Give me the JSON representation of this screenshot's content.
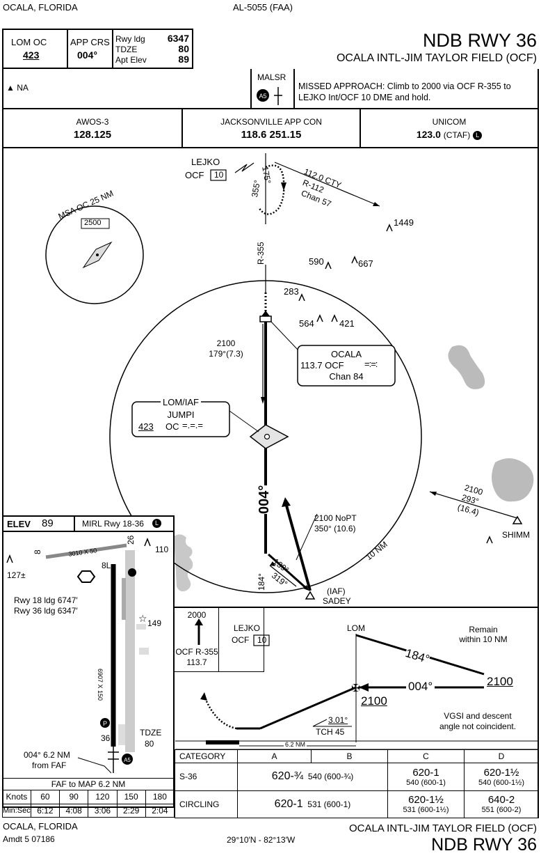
{
  "header": {
    "location": "OCALA, FLORIDA",
    "procedure_id": "AL-5055 (FAA)",
    "title": "NDB RWY 36",
    "airport": "OCALA INTL-JIM TAYLOR FIELD (OCF)"
  },
  "briefing": {
    "lom_label": "LOM   OC",
    "lom_freq": "423",
    "app_crs_label": "APP CRS",
    "app_crs": "004°",
    "rwy_ldg_label": "Rwy ldg",
    "rwy_ldg": "6347",
    "tdze_label": "TDZE",
    "tdze": "80",
    "apt_elev_label": "Apt Elev",
    "apt_elev": "89",
    "na_note": "NA",
    "lighting": "MALSR",
    "lighting_code": "A5",
    "missed_approach": "MISSED APPROACH:  Climb to 2000 via OCF R-355 to LEJKO Int/OCF 10 DME and hold."
  },
  "comms": [
    {
      "name": "AWOS-3",
      "freq": "128.125"
    },
    {
      "name": "JACKSONVILLE APP CON",
      "freq": "118.6  251.15"
    },
    {
      "name": "UNICOM",
      "freq": "123.0",
      "note": "(CTAF)",
      "badge": "L"
    }
  ],
  "plan": {
    "lejko": "LEJKO",
    "lejko_ref": "OCF",
    "lejko_dme": "10",
    "hold_out": "175°",
    "hold_in": "355°",
    "cty_line1": "112.0  CTY",
    "cty_line2": "R-112",
    "cty_line3": "Chan 57",
    "msa": "MSA OC 25 NM",
    "msa_alt": "2500",
    "r355": "R-355",
    "obs": [
      {
        "label": "1449"
      },
      {
        "label": "590"
      },
      {
        "label": "667"
      },
      {
        "label": "283"
      },
      {
        "label": "564"
      },
      {
        "label": "421"
      }
    ],
    "seg_alt": "2100",
    "seg_crs": "179°(7.3)",
    "vor_name": "OCALA",
    "vor_freq": "113.7  OCF",
    "vor_chan": "Chan 84",
    "lom_title": "LOM/IAF",
    "lom_name": "JUMPI",
    "lom_freq": "423",
    "lom_id": "OC",
    "final_crs": "004°",
    "nopt_alt": "2100 NoPT",
    "nopt_crs": "350° (10.6)",
    "ring": "10 NM",
    "shimm_alt": "2100",
    "shimm_crs": "293°",
    "shimm_dist": "(16.4)",
    "shimm": "SHIMM",
    "pt_out": "139°",
    "pt_in": "319°",
    "pt_side": "184°",
    "iaf": "(IAF)",
    "sadey": "SADEY"
  },
  "airport_sketch": {
    "elev_label": "ELEV",
    "elev": "89",
    "lighting": "MIRL Rwy 18-36",
    "badge": "L",
    "obs_110": "110",
    "obs_127": "127±",
    "rwy_small": "3010 X 50",
    "rwy8": "8",
    "rwy26": "26",
    "rwy8l": "8L",
    "rwy18_ldg": "Rwy 18 ldg 6747′",
    "rwy36_ldg": "Rwy 36 ldg 6347′",
    "obs_149": "149",
    "rwy_dims": "6907 X 150",
    "rwy36": "36",
    "tdze_label": "TDZE",
    "tdze": "80",
    "faf_note1": "004° 6.2 NM",
    "faf_note2": "from FAF"
  },
  "faf_table": {
    "title": "FAF to MAP  6.2 NM",
    "knots_label": "Knots",
    "time_label": "Min:Sec",
    "knots": [
      "60",
      "90",
      "120",
      "150",
      "180"
    ],
    "times": [
      "6:12",
      "4:08",
      "3:06",
      "2:29",
      "2:04"
    ]
  },
  "profile": {
    "ma_alt": "2000",
    "ma_radial": "OCF R-355",
    "ma_freq": "113.7",
    "ma_fix": "LEJKO",
    "ma_ref": "OCF",
    "ma_dme": "10",
    "lom": "LOM",
    "remain": "Remain\nwithin 10 NM",
    "out_crs": "184°",
    "in_crs": "004°",
    "hold_alt": "2100",
    "faf_alt": "2100",
    "vgsi_angle": "3.01°",
    "tch": "TCH 45",
    "vgsi_note": "VGSI and descent\nangle not coincident.",
    "dist": "6.2 NM"
  },
  "minimums": {
    "headers": [
      "CATEGORY",
      "A",
      "B",
      "C",
      "D"
    ],
    "rows": [
      {
        "label": "S-36",
        "ab_main": "620-¾",
        "ab_sub": "540 (600-¾)",
        "c_main": "620-1",
        "c_sub": "540 (600-1)",
        "d_main": "620-1½",
        "d_sub": "540 (600-1½)"
      },
      {
        "label": "CIRCLING",
        "ab_main": "620-1",
        "ab_sub": "531 (600-1)",
        "c_main": "620-1½",
        "c_sub": "531 (600-1½)",
        "d_main": "640-2",
        "d_sub": "551 (600-2)"
      }
    ]
  },
  "footer": {
    "location": "OCALA, FLORIDA",
    "amendment": "Amdt 5  07186",
    "coords": "29°10′N - 82°13′W",
    "airport": "OCALA INTL-JIM TAYLOR FIELD (OCF)",
    "title": "NDB RWY 36"
  }
}
